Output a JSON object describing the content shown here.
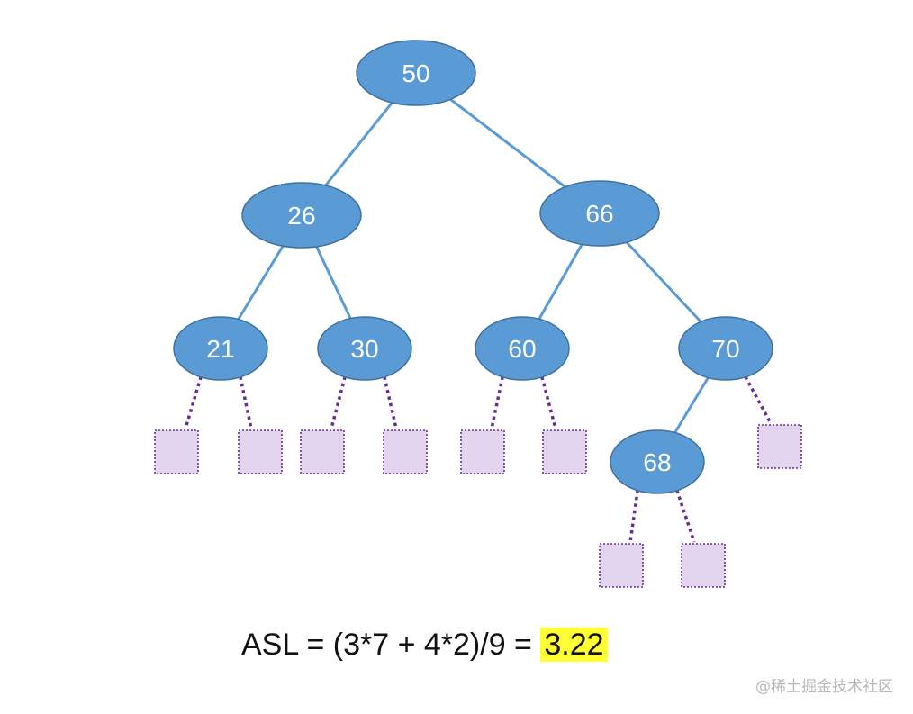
{
  "diagram": {
    "nodes": [
      {
        "id": "n50",
        "label": "50"
      },
      {
        "id": "n26",
        "label": "26"
      },
      {
        "id": "n66",
        "label": "66"
      },
      {
        "id": "n21",
        "label": "21"
      },
      {
        "id": "n30",
        "label": "30"
      },
      {
        "id": "n60",
        "label": "60"
      },
      {
        "id": "n70",
        "label": "70"
      },
      {
        "id": "n68",
        "label": "68"
      }
    ],
    "edges": [
      {
        "from": "n50",
        "to": "n26"
      },
      {
        "from": "n50",
        "to": "n66"
      },
      {
        "from": "n26",
        "to": "n21"
      },
      {
        "from": "n26",
        "to": "n30"
      },
      {
        "from": "n66",
        "to": "n60"
      },
      {
        "from": "n66",
        "to": "n70"
      },
      {
        "from": "n70",
        "to": "n68"
      }
    ],
    "external_nodes": [
      {
        "parent": "n21",
        "side": "left"
      },
      {
        "parent": "n21",
        "side": "right"
      },
      {
        "parent": "n30",
        "side": "left"
      },
      {
        "parent": "n30",
        "side": "right"
      },
      {
        "parent": "n60",
        "side": "left"
      },
      {
        "parent": "n60",
        "side": "right"
      },
      {
        "parent": "n70",
        "side": "right"
      },
      {
        "parent": "n68",
        "side": "left"
      },
      {
        "parent": "n68",
        "side": "right"
      }
    ],
    "colors": {
      "node_fill": "#5b9bd5",
      "node_stroke": "#41719c",
      "edge": "#5b9bd5",
      "external_fill": "#e4d5ee",
      "external_border": "#6a2c91",
      "highlight": "#ffff33"
    }
  },
  "formula": {
    "expression": "ASL = (3*7 + 4*2)/9 = ",
    "result": "3.22"
  },
  "watermark": "@稀土掘金技术社区"
}
